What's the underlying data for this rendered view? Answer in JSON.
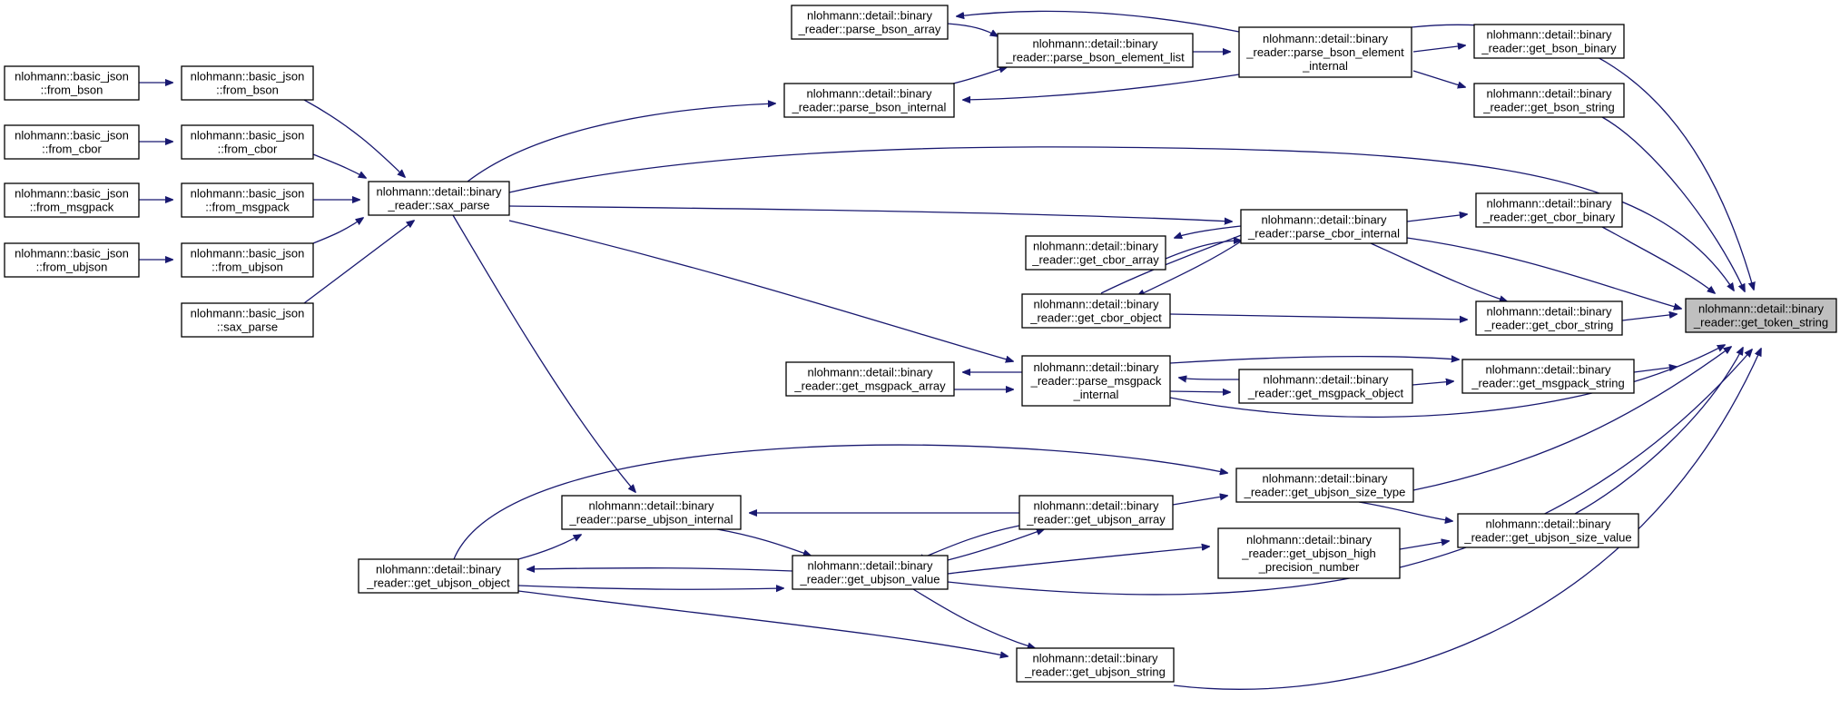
{
  "nodes": {
    "get_token_string": [
      "nlohmann::detail::binary",
      "_reader::get_token_string"
    ],
    "get_bson_binary": [
      "nlohmann::detail::binary",
      "_reader::get_bson_binary"
    ],
    "get_bson_string": [
      "nlohmann::detail::binary",
      "_reader::get_bson_string"
    ],
    "parse_bson_element_internal": [
      "nlohmann::detail::binary",
      "_reader::parse_bson_element",
      "_internal"
    ],
    "parse_bson_element_list": [
      "nlohmann::detail::binary",
      "_reader::parse_bson_element_list"
    ],
    "parse_bson_array": [
      "nlohmann::detail::binary",
      "_reader::parse_bson_array"
    ],
    "parse_bson_internal": [
      "nlohmann::detail::binary",
      "_reader::parse_bson_internal"
    ],
    "sax_parse_reader": [
      "nlohmann::detail::binary",
      "_reader::sax_parse"
    ],
    "bj_from_bson_outer": [
      "nlohmann::basic_json",
      "::from_bson"
    ],
    "bj_from_bson": [
      "nlohmann::basic_json",
      "::from_bson"
    ],
    "bj_from_cbor_outer": [
      "nlohmann::basic_json",
      "::from_cbor"
    ],
    "bj_from_cbor": [
      "nlohmann::basic_json",
      "::from_cbor"
    ],
    "bj_from_msgpack_outer": [
      "nlohmann::basic_json",
      "::from_msgpack"
    ],
    "bj_from_msgpack": [
      "nlohmann::basic_json",
      "::from_msgpack"
    ],
    "bj_from_ubjson_outer": [
      "nlohmann::basic_json",
      "::from_ubjson"
    ],
    "bj_from_ubjson": [
      "nlohmann::basic_json",
      "::from_ubjson"
    ],
    "bj_sax_parse": [
      "nlohmann::basic_json",
      "::sax_parse"
    ],
    "parse_cbor_internal": [
      "nlohmann::detail::binary",
      "_reader::parse_cbor_internal"
    ],
    "get_cbor_binary": [
      "nlohmann::detail::binary",
      "_reader::get_cbor_binary"
    ],
    "get_cbor_array": [
      "nlohmann::detail::binary",
      "_reader::get_cbor_array"
    ],
    "get_cbor_object": [
      "nlohmann::detail::binary",
      "_reader::get_cbor_object"
    ],
    "get_cbor_string": [
      "nlohmann::detail::binary",
      "_reader::get_cbor_string"
    ],
    "parse_msgpack_internal": [
      "nlohmann::detail::binary",
      "_reader::parse_msgpack",
      "_internal"
    ],
    "get_msgpack_array": [
      "nlohmann::detail::binary",
      "_reader::get_msgpack_array"
    ],
    "get_msgpack_object": [
      "nlohmann::detail::binary",
      "_reader::get_msgpack_object"
    ],
    "get_msgpack_string": [
      "nlohmann::detail::binary",
      "_reader::get_msgpack_string"
    ],
    "get_ubjson_size_type": [
      "nlohmann::detail::binary",
      "_reader::get_ubjson_size_type"
    ],
    "get_ubjson_size_value": [
      "nlohmann::detail::binary",
      "_reader::get_ubjson_size_value"
    ],
    "parse_ubjson_internal": [
      "nlohmann::detail::binary",
      "_reader::parse_ubjson_internal"
    ],
    "get_ubjson_array": [
      "nlohmann::detail::binary",
      "_reader::get_ubjson_array"
    ],
    "get_ubjson_high_precision_number": [
      "nlohmann::detail::binary",
      "_reader::get_ubjson_high",
      "_precision_number"
    ],
    "get_ubjson_object": [
      "nlohmann::detail::binary",
      "_reader::get_ubjson_object"
    ],
    "get_ubjson_value": [
      "nlohmann::detail::binary",
      "_reader::get_ubjson_value"
    ],
    "get_ubjson_string": [
      "nlohmann::detail::binary",
      "_reader::get_ubjson_string"
    ]
  },
  "focus_node": "get_token_string",
  "colors": {
    "edge": "#191970",
    "node_border": "#000000",
    "focus_fill": "#bfbfbf",
    "node_fill": "#ffffff"
  }
}
